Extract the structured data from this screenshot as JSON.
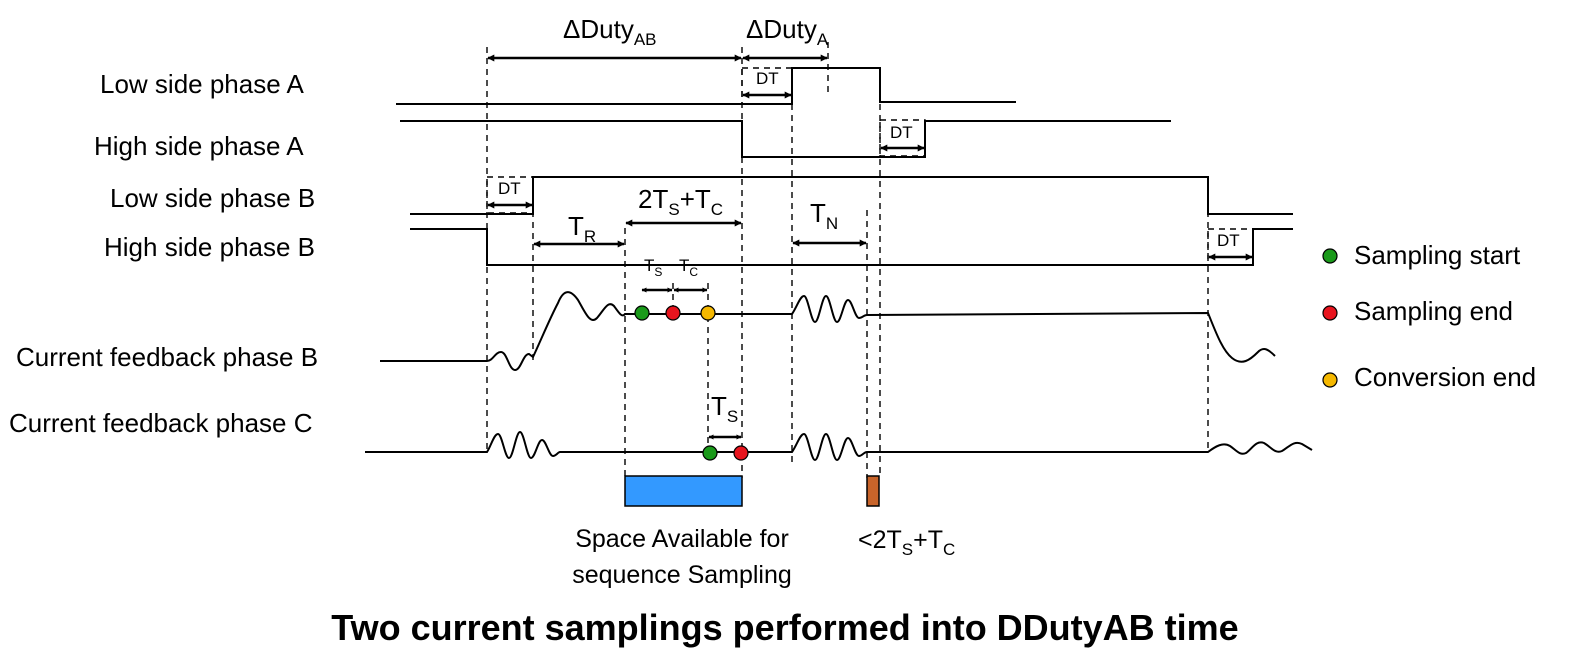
{
  "title": "Two current samplings performed into DDutyAB time",
  "signals": [
    {
      "id": "ls-a",
      "label": "Low side phase A"
    },
    {
      "id": "hs-a",
      "label": "High side phase A"
    },
    {
      "id": "ls-b",
      "label": "Low side phase B"
    },
    {
      "id": "hs-b",
      "label": "High side phase B"
    },
    {
      "id": "cf-b",
      "label": "Current feedback phase B"
    },
    {
      "id": "cf-c",
      "label": "Current feedback phase C"
    }
  ],
  "dimensions": {
    "delta_duty_ab": {
      "main": "ΔDuty",
      "sub": "AB"
    },
    "delta_duty_a": {
      "main": "ΔDuty",
      "sub": "A"
    },
    "dead_time": "DT",
    "t_r": {
      "main": "T",
      "sub": "R"
    },
    "two_ts_tc": {
      "p1": "2T",
      "s1": "S",
      "p2": "+T",
      "s2": "C"
    },
    "t_n": {
      "main": "T",
      "sub": "N"
    },
    "t_s": {
      "main": "T",
      "sub": "S"
    },
    "t_c": {
      "main": "T",
      "sub": "C"
    },
    "less_two_ts_tc": {
      "p1": "<2T",
      "s1": "S",
      "p2": "+T",
      "s2": "C"
    }
  },
  "legend": [
    {
      "label": "Sampling start",
      "color": "#1a9a1a"
    },
    {
      "label": "Sampling end",
      "color": "#e8141e"
    },
    {
      "label": "Conversion end",
      "color": "#f5b800"
    }
  ],
  "regions": {
    "available": {
      "line1": "Space Available for",
      "line2": "sequence Sampling",
      "color": "#3399ff"
    },
    "small": {
      "color": "#c8642a"
    }
  }
}
